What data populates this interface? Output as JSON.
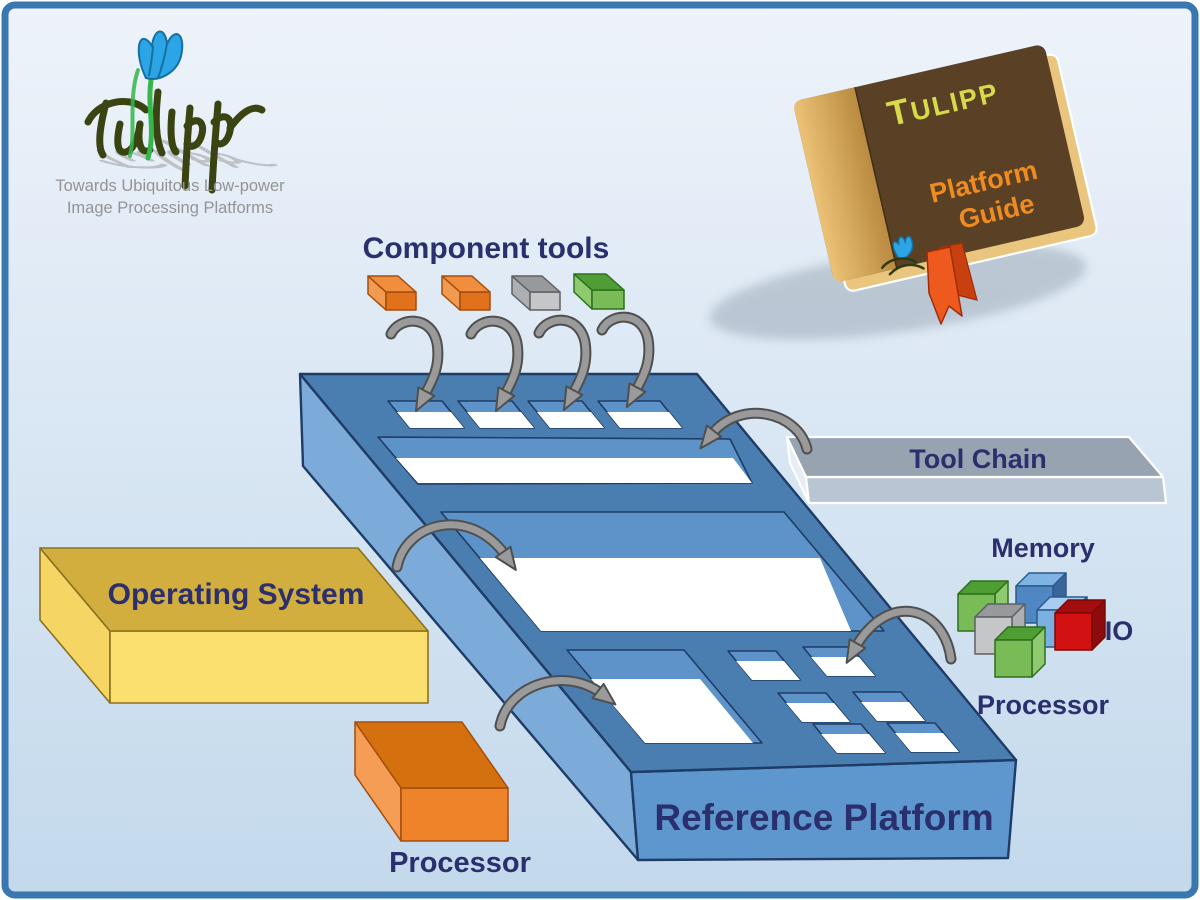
{
  "title": "TULIPP reference platform diagram",
  "colors": {
    "bg_top": "#eef3fa",
    "bg_bottom": "#c3d9ec",
    "frame_border": "#3a76b0",
    "outline_navy": "#1e3c66",
    "text_navy": "#2b2f6e",
    "text_gray": "#949494",
    "platform_top": "#4a7db0",
    "platform_front": "#5e97cd",
    "platform_side": "#7dabd9",
    "slot_wall": "#5e93c9",
    "slot_floor": "#ffffff",
    "orange_top": "#f08e3e",
    "orange_front": "#e2711c",
    "orange_side": "#f09a52",
    "orange_outline": "#a34d0e",
    "gray_top": "#98999c",
    "gray_front": "#c5c6c8",
    "gray_side": "#aeafb2",
    "gray_outline": "#5f6063",
    "green_top": "#4e9e33",
    "green_front": "#78bb57",
    "green_side": "#8fca70",
    "green_outline": "#2f6e1e",
    "blue_cube_top": "#7fb3e3",
    "blue_cube_front": "#4e87c1",
    "blue_cube_side": "#39659a",
    "blue_cube2_top": "#a8cdf0",
    "blue_cube2_front": "#7ab0e2",
    "blue_cube2_side": "#5588c0",
    "blue_cube_outline": "#2c5a8c",
    "red_top": "#a30d0d",
    "red_front": "#d21212",
    "red_side": "#8c0b0b",
    "red_outline": "#7c0808",
    "yellow_top": "#d2ae3e",
    "yellow_front": "#fbe070",
    "yellow_side": "#f5d564",
    "yellow_outline": "#8a7120",
    "proc_top": "#d4700e",
    "proc_front": "#ef8329",
    "proc_side": "#f59d55",
    "tool_top": "#98a3b2",
    "tool_front": "#bac5d3",
    "tool_side": "#e9edf3",
    "arrow_fill": "#9a9a9a",
    "arrow_outline": "#4f4f4f",
    "book_cover": "#5a4126",
    "book_spine_light": "#ecc277",
    "book_spine_dark": "#b98a40",
    "book_pages": "#e9c57e",
    "book_title": "#d8da4a",
    "book_subtitle": "#ef8b1f",
    "ribbon": "#ee5a1e",
    "ribbon_dark": "#c8400f",
    "logo_olive": "#3a4413",
    "logo_stem": "#35b54a",
    "logo_flower": "#2ba5e5",
    "logo_flower_dark": "#156f9f",
    "shadow": "#97a4b2"
  },
  "logo": {
    "tagline_line1": "Towards Ubiquitous Low-power",
    "tagline_line2": "Image Processing Platforms"
  },
  "book": {
    "title_initial": "T",
    "title_rest": "ULIPP",
    "subtitle_line1": "Platform",
    "subtitle_line2": "Guide"
  },
  "labels": {
    "component_tools": "Component tools",
    "tool_chain": "Tool Chain",
    "operating_system": "Operating System",
    "processor_bottom": "Processor",
    "reference_platform": "Reference Platform",
    "memory": "Memory",
    "io": "IO",
    "processor_right": "Processor"
  }
}
